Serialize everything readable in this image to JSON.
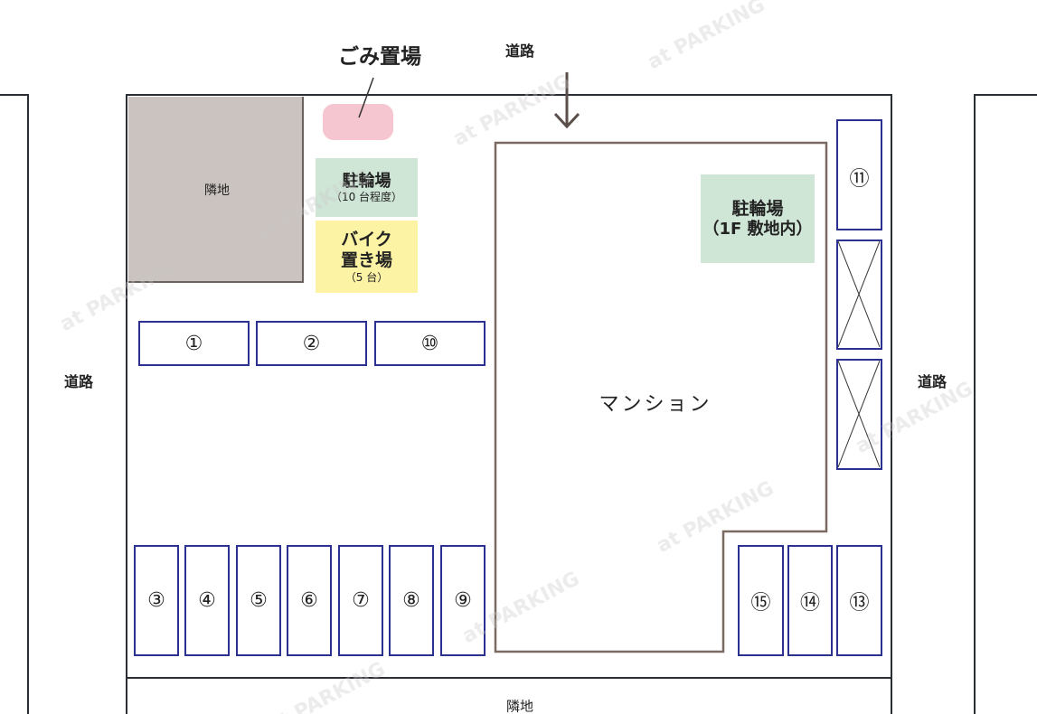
{
  "labels": {
    "garbage": "ごみ置場",
    "road_top": "道路",
    "road_left": "道路",
    "road_right": "道路",
    "neighbor_top_left": "隣地",
    "neighbor_bottom": "隣地",
    "mansion": "マンション",
    "bicycle_left_title": "駐輪場",
    "bicycle_left_sub": "（10 台程度）",
    "bike_title_1": "バイク",
    "bike_title_2": "置き場",
    "bike_sub": "（5 台）",
    "bicycle_right_title": "駐輪場",
    "bicycle_right_sub": "（1F 敷地内）"
  },
  "slots": {
    "s1": "①",
    "s2": "②",
    "s3": "③",
    "s4": "④",
    "s5": "⑤",
    "s6": "⑥",
    "s7": "⑦",
    "s8": "⑧",
    "s9": "⑨",
    "s10": "⑩",
    "s11": "⑪",
    "s13": "⑬",
    "s14": "⑭",
    "s15": "⑮"
  },
  "watermark": "at PARKING",
  "colors": {
    "slot_border": "#2b3190",
    "neighbor_fill": "#cbc3bf",
    "garbage_fill": "#f5c6cf",
    "bicycle_fill": "#cfe5d6",
    "bike_fill": "#fdf3a4",
    "mansion_stroke": "#7a6a62"
  }
}
